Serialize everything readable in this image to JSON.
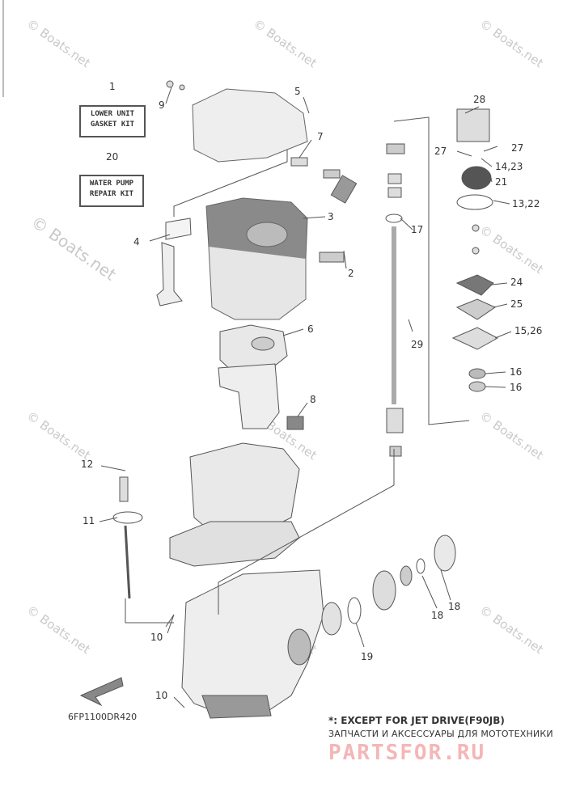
{
  "kits": {
    "lower_unit": {
      "number": "1",
      "line1": "LOWER UNIT",
      "line2": "GASKET KIT"
    },
    "water_pump": {
      "number": "20",
      "line1": "WATER PUMP",
      "line2": "REPAIR KIT"
    }
  },
  "callouts": {
    "c2": "2",
    "c3": "3",
    "c4": "4",
    "c5": "5",
    "c6": "6",
    "c7": "7",
    "c8": "8",
    "c9": "9",
    "c10a": "10",
    "c10b": "10",
    "c11": "11",
    "c12": "12",
    "c13_22": "13,22",
    "c14_23": "14,23",
    "c15_26": "15,26",
    "c16a": "16",
    "c16b": "16",
    "c17": "17",
    "c18a": "18",
    "c18b": "18",
    "c19": "19",
    "c21": "21",
    "c24": "24",
    "c25": "25",
    "c27a": "27",
    "c27b": "27",
    "c28": "28",
    "c29": "29"
  },
  "watermark": "© Boats.net",
  "diagram_code": "6FP1100DR420",
  "note": "*: EXCEPT FOR JET DRIVE(F90JB)",
  "subtitle": "ЗАПЧАСТИ И АКСЕССУАРЫ ДЛЯ МОТОТЕХНИКИ",
  "brand": "PARTSFOR.RU"
}
